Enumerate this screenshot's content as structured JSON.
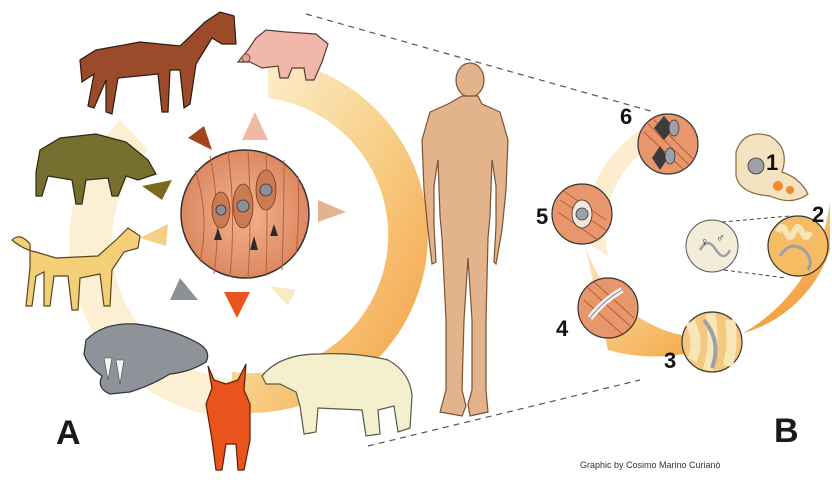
{
  "panels": {
    "left_label": "A",
    "right_label": "B"
  },
  "credit": "Graphic by Cosimo Marino Curianò",
  "stages": [
    "1",
    "2",
    "3",
    "4",
    "5",
    "6"
  ],
  "hosts": [
    {
      "icon": "horse-icon",
      "color": "#9b4a2a"
    },
    {
      "icon": "pig-icon",
      "color": "#f1b7aa"
    },
    {
      "icon": "wild-boar-icon",
      "color": "#75702f"
    },
    {
      "icon": "dog-icon",
      "color": "#f4cf7a"
    },
    {
      "icon": "walrus-icon",
      "color": "#8e9299"
    },
    {
      "icon": "fox-icon",
      "color": "#e8541c"
    },
    {
      "icon": "polar-bear-icon",
      "color": "#f4efcc"
    },
    {
      "icon": "human-icon",
      "color": "#e3b48b"
    }
  ],
  "colors": {
    "ring_orange": "#f3962c",
    "ring_light": "#fbe3b0",
    "muscle": "#e7a07a",
    "muscle_fiber": "#c86a42"
  },
  "symbols": {
    "female": "♀",
    "male": "♂"
  }
}
